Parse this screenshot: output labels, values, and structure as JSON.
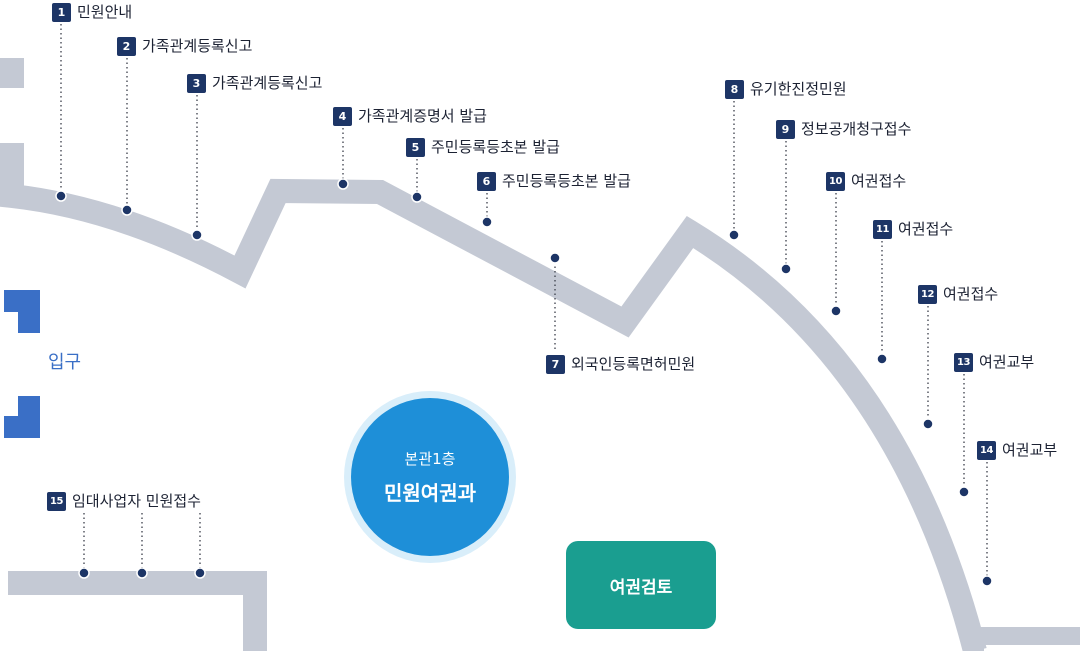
{
  "entrance_label": "입구",
  "hall": {
    "line1": "본관1층",
    "line2": "민원여권과"
  },
  "review_button": "여권검토",
  "colors": {
    "corridor": "#c4c9d4",
    "badge": "#1d3566",
    "entrance_block": "#3a6fc6",
    "hall_circle": "#1e8fd8",
    "review_box": "#1a9e90"
  },
  "counters": [
    {
      "num": "1",
      "label": "민원안내"
    },
    {
      "num": "2",
      "label": "가족관계등록신고"
    },
    {
      "num": "3",
      "label": "가족관계등록신고"
    },
    {
      "num": "4",
      "label": "가족관계증명서 발급"
    },
    {
      "num": "5",
      "label": "주민등록등초본 발급"
    },
    {
      "num": "6",
      "label": "주민등록등초본 발급"
    },
    {
      "num": "7",
      "label": "외국인등록면허민원"
    },
    {
      "num": "8",
      "label": "유기한진정민원"
    },
    {
      "num": "9",
      "label": "정보공개청구접수"
    },
    {
      "num": "10",
      "label": "여권접수"
    },
    {
      "num": "11",
      "label": "여권접수"
    },
    {
      "num": "12",
      "label": "여권접수"
    },
    {
      "num": "13",
      "label": "여권교부"
    },
    {
      "num": "14",
      "label": "여권교부"
    },
    {
      "num": "15",
      "label": "임대사업자 민원접수"
    }
  ]
}
